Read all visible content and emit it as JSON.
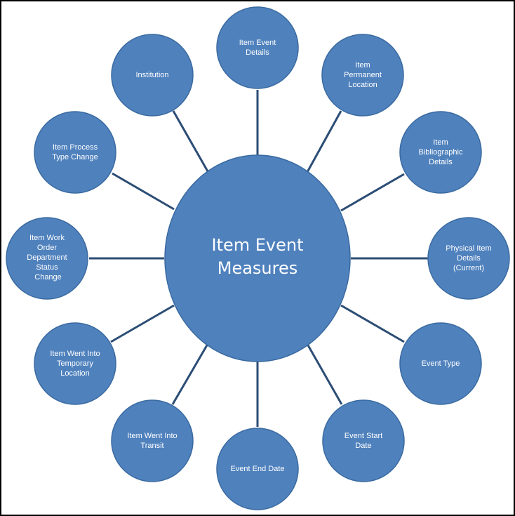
{
  "center": {
    "label": "Item Event\nMeasures"
  },
  "nodes": [
    {
      "label": "Item Event\nDetails"
    },
    {
      "label": "Item\nPermanent\nLocation"
    },
    {
      "label": "Item\nBibliographic\nDetails"
    },
    {
      "label": "Physical Item\nDetails\n(Current)"
    },
    {
      "label": "Event Type"
    },
    {
      "label": "Event Start\nDate"
    },
    {
      "label": "Event End Date"
    },
    {
      "label": "Item Went Into\nTransit"
    },
    {
      "label": "Item Went Into\nTemporary\nLocation"
    },
    {
      "label": "Item Work\nOrder\nDepartment\nStatus\n Change"
    },
    {
      "label": "Item Process\nType Change"
    },
    {
      "label": "Institution"
    }
  ],
  "colors": {
    "node_fill": "#4f81bd",
    "connector": "#2c4d75",
    "text": "#ffffff"
  }
}
